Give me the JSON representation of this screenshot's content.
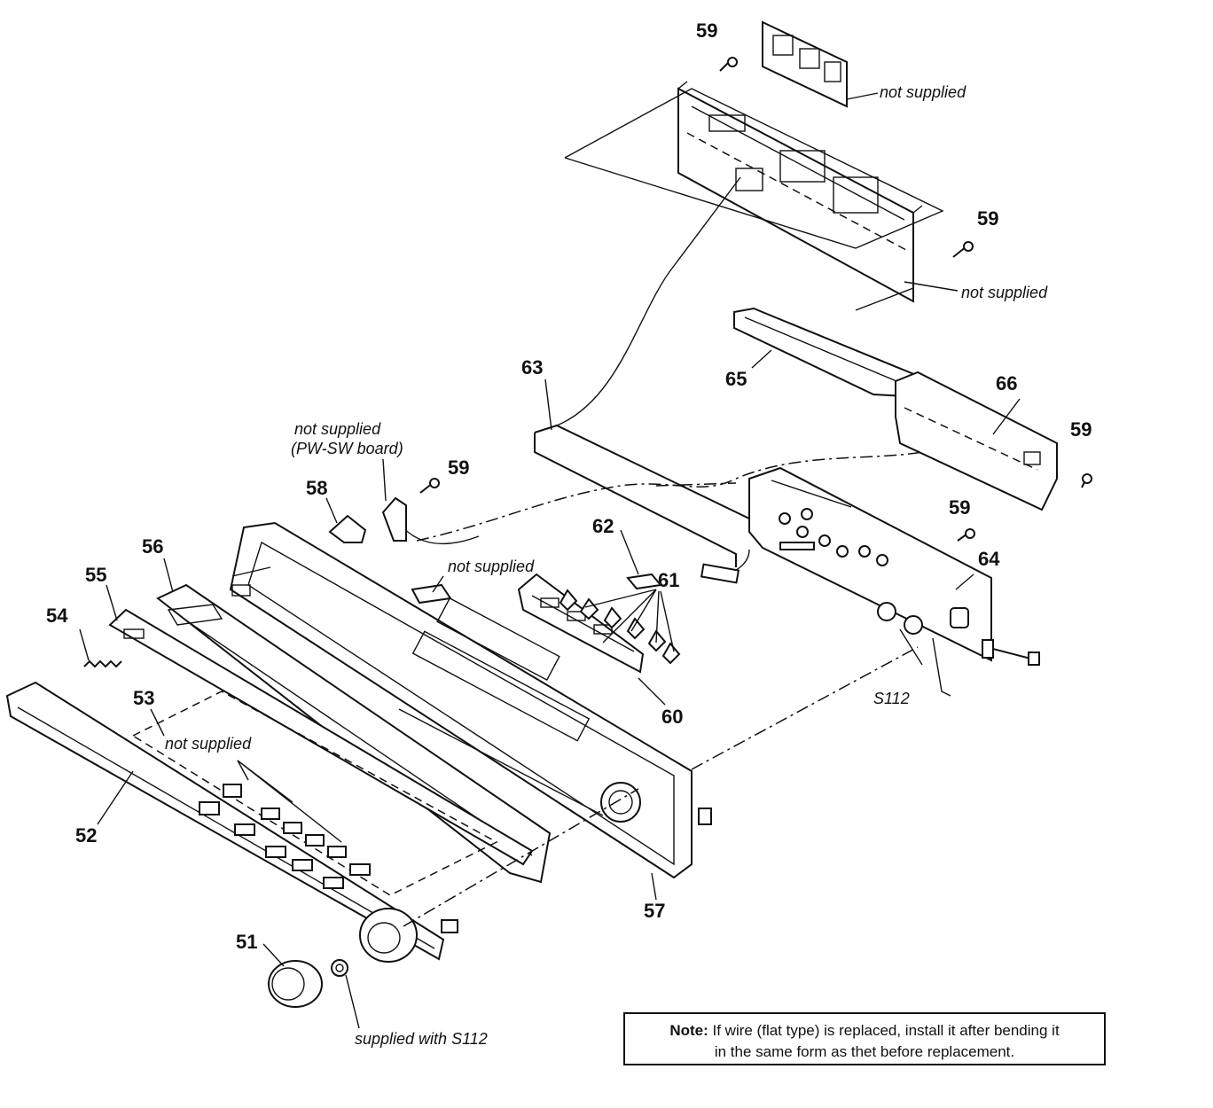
{
  "parts": {
    "p51": "51",
    "p52": "52",
    "p53": "53",
    "p54": "54",
    "p55": "55",
    "p56": "56",
    "p57": "57",
    "p58": "58",
    "p59": "59",
    "p60": "60",
    "p61": "61",
    "p62": "62",
    "p63": "63",
    "p64": "64",
    "p65": "65",
    "p66": "66"
  },
  "callouts": {
    "not_supplied": "not supplied",
    "pw_sw_board": "(PW-SW board)",
    "supplied_with": "supplied with S112",
    "s112": "S112"
  },
  "note": {
    "label": "Note:",
    "line1": "If wire (flat type) is replaced, install it after bending it",
    "line2": "in the same form as thet before replacement."
  }
}
